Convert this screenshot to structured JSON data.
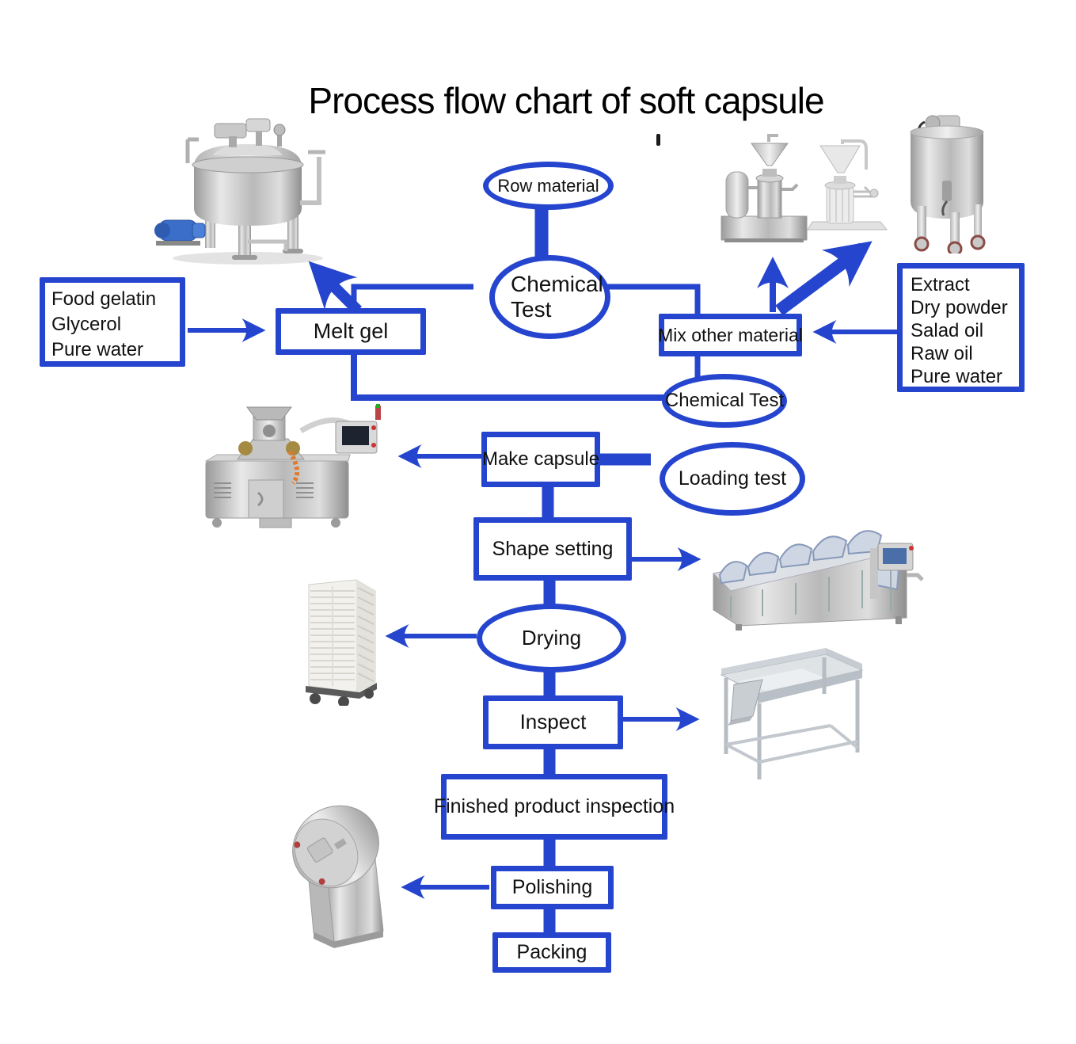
{
  "title": "Process flow chart of soft capsule",
  "accent_color": "#2545CE",
  "text_color": "#111111",
  "flow": {
    "row_material": {
      "label": "Row material"
    },
    "chemical_test_top": {
      "line1": "Chemical",
      "line2": "Test"
    },
    "left_ingredients": {
      "lines": [
        "Food gelatin",
        "Glycerol",
        "Pure water"
      ]
    },
    "melt_gel": {
      "label": "Melt gel"
    },
    "mix_other_material": {
      "label": "Mix other material"
    },
    "right_ingredients": {
      "lines": [
        "Extract",
        "Dry powder",
        "Salad oil",
        "Raw oil",
        "Pure water"
      ]
    },
    "chemical_test_mid": {
      "label": "Chemical Test"
    },
    "make_capsule": {
      "label": "Make capsule"
    },
    "loading_test": {
      "label": "Loading test"
    },
    "shape_setting": {
      "label": "Shape setting"
    },
    "drying": {
      "label": "Drying"
    },
    "inspect": {
      "label": "Inspect"
    },
    "finished_product_inspection": {
      "label": "Finished product inspection"
    },
    "polishing": {
      "label": "Polishing"
    },
    "packing": {
      "label": "Packing"
    }
  }
}
